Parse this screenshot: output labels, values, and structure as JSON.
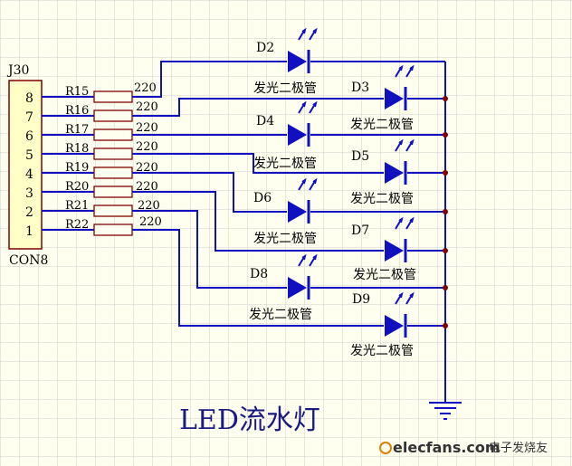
{
  "connector": {
    "ref": "J30",
    "part": "CON8",
    "pins": [
      "8",
      "7",
      "6",
      "5",
      "4",
      "3",
      "2",
      "1"
    ]
  },
  "resistors": [
    {
      "ref": "R15",
      "value": "220"
    },
    {
      "ref": "R16",
      "value": "220"
    },
    {
      "ref": "R17",
      "value": "220"
    },
    {
      "ref": "R18",
      "value": "220"
    },
    {
      "ref": "R19",
      "value": "220"
    },
    {
      "ref": "R20",
      "value": "220"
    },
    {
      "ref": "R21",
      "value": "220"
    },
    {
      "ref": "R22",
      "value": "220"
    }
  ],
  "leds": [
    {
      "ref": "D2",
      "label": "发光二极管"
    },
    {
      "ref": "D3",
      "label": "发光二极管"
    },
    {
      "ref": "D4",
      "label": "发光二极管"
    },
    {
      "ref": "D5",
      "label": "发光二极管"
    },
    {
      "ref": "D6",
      "label": "发光二极管"
    },
    {
      "ref": "D7",
      "label": "发光二极管"
    },
    {
      "ref": "D8",
      "label": "发光二极管"
    },
    {
      "ref": "D9",
      "label": "发光二极管"
    }
  ],
  "title": "LED流水灯",
  "watermark": {
    "site": "elecfans.com",
    "cn": "电子发烧友"
  },
  "colors": {
    "wire": "#1010c0",
    "junction": "#800000",
    "component": "#800000",
    "connector_fill": "#ffffc8",
    "grid": "#d0d0d0",
    "background": "#fffff0"
  }
}
